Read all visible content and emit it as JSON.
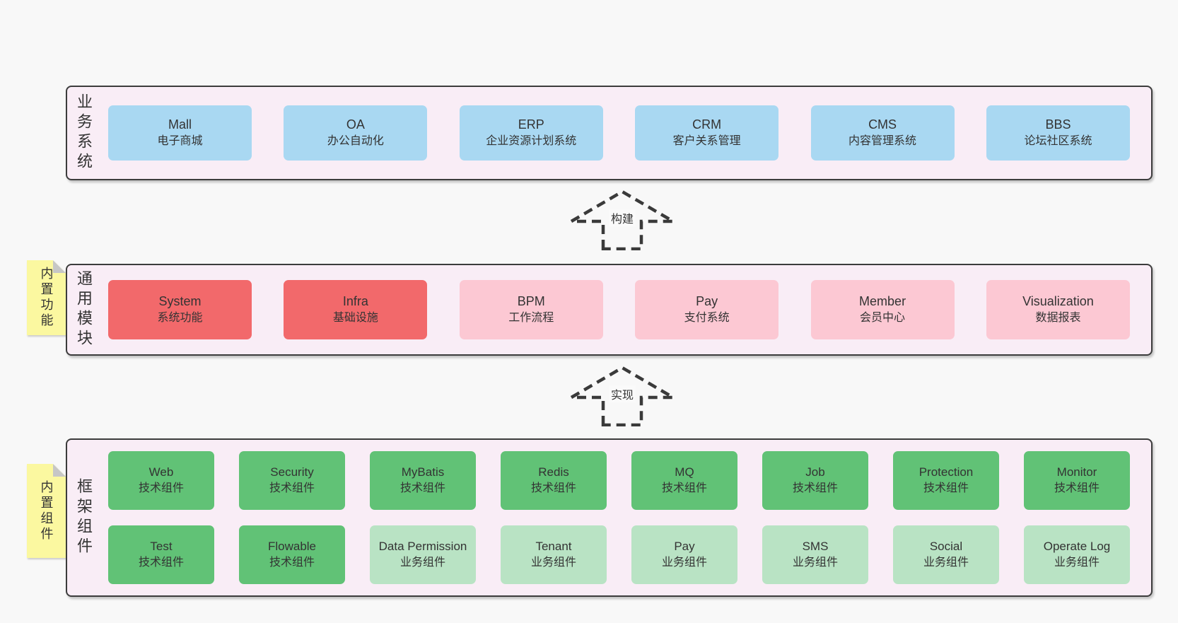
{
  "colors": {
    "page-bg": "#f8f8f8",
    "panel-bg": "#f9edf6",
    "panel-border": "#3c3c3c",
    "box-blue": "#a9d8f2",
    "box-red": "#f2696b",
    "box-pink": "#fcc8d3",
    "box-green": "#61c276",
    "box-green-light": "#b9e3c4",
    "tag-yellow": "#fbf8a0",
    "fold-gray": "#c6c6c6",
    "text": "#333333",
    "arrow": "#3a3a3a"
  },
  "sections": [
    {
      "label": "业务系统",
      "boxes": [
        {
          "name": "Mall",
          "desc": "电子商城"
        },
        {
          "name": "OA",
          "desc": "办公自动化"
        },
        {
          "name": "ERP",
          "desc": "企业资源计划系统"
        },
        {
          "name": "CRM",
          "desc": "客户关系管理"
        },
        {
          "name": "CMS",
          "desc": "内容管理系统"
        },
        {
          "name": "BBS",
          "desc": "论坛社区系统"
        }
      ]
    },
    {
      "label": "通用模块",
      "tag": "内置功能",
      "boxes": [
        {
          "name": "System",
          "desc": "系统功能"
        },
        {
          "name": "Infra",
          "desc": "基础设施"
        },
        {
          "name": "BPM",
          "desc": "工作流程"
        },
        {
          "name": "Pay",
          "desc": "支付系统"
        },
        {
          "name": "Member",
          "desc": "会员中心"
        },
        {
          "name": "Visualization",
          "desc": "数据报表"
        }
      ]
    },
    {
      "label": "框架组件",
      "tag": "内置组件",
      "rows": [
        [
          {
            "name": "Web",
            "desc": "技术组件"
          },
          {
            "name": "Security",
            "desc": "技术组件"
          },
          {
            "name": "MyBatis",
            "desc": "技术组件"
          },
          {
            "name": "Redis",
            "desc": "技术组件"
          },
          {
            "name": "MQ",
            "desc": "技术组件"
          },
          {
            "name": "Job",
            "desc": "技术组件"
          },
          {
            "name": "Protection",
            "desc": "技术组件"
          },
          {
            "name": "Monitor",
            "desc": "技术组件"
          }
        ],
        [
          {
            "name": "Test",
            "desc": "技术组件"
          },
          {
            "name": "Flowable",
            "desc": "技术组件"
          },
          {
            "name": "Data Permission",
            "desc": "业务组件"
          },
          {
            "name": "Tenant",
            "desc": "业务组件"
          },
          {
            "name": "Pay",
            "desc": "业务组件"
          },
          {
            "name": "SMS",
            "desc": "业务组件"
          },
          {
            "name": "Social",
            "desc": "业务组件"
          },
          {
            "name": "Operate Log",
            "desc": "业务组件"
          }
        ]
      ]
    }
  ],
  "arrows": [
    {
      "label": "构建"
    },
    {
      "label": "实现"
    }
  ]
}
